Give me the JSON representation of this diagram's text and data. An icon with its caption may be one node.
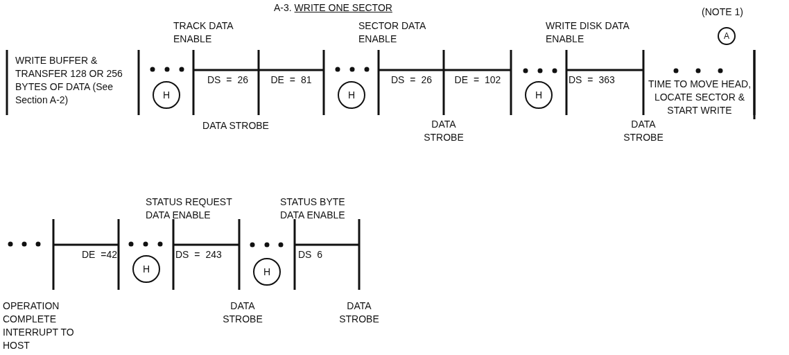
{
  "diagram": {
    "title": "A-3. WRITE ONE SECTOR",
    "nodes": [
      {
        "text": [
          "H"
        ]
      },
      {
        "text": [
          "H"
        ]
      },
      {
        "text": [
          "H"
        ]
      },
      {
        "text": [
          "A"
        ],
        "beside": [
          "(NOTE 1)"
        ]
      },
      {
        "text": [
          "H"
        ]
      },
      {
        "text": [
          "H"
        ]
      }
    ],
    "labels": [
      "TRACK DATA ENABLE",
      "SECTOR DATA ENABLE",
      "WRITE DISK DATA ENABLE",
      "WRITE BUFFER & TRANSFER 128 OR 256 BYTES OF DATA (See Section A-2)",
      "DS = 26",
      "DE = 81",
      "DS = 26",
      "DE = 102",
      "DS = 363",
      "TIME TO MOVE HEAD, LOCATE SECTOR & START WRITE",
      "DATA STROBE",
      "DATA STROBE",
      "DATA STROBE",
      "STATUS REQUEST DATA ENABLE",
      "STATUS BYTE DATA ENABLE",
      "DE =42",
      "DS = 243",
      "DS 6",
      "OPERATION COMPLETE INTERRUPT TO HOST",
      "DATA STROBE",
      "DATA STROBE"
    ]
  }
}
